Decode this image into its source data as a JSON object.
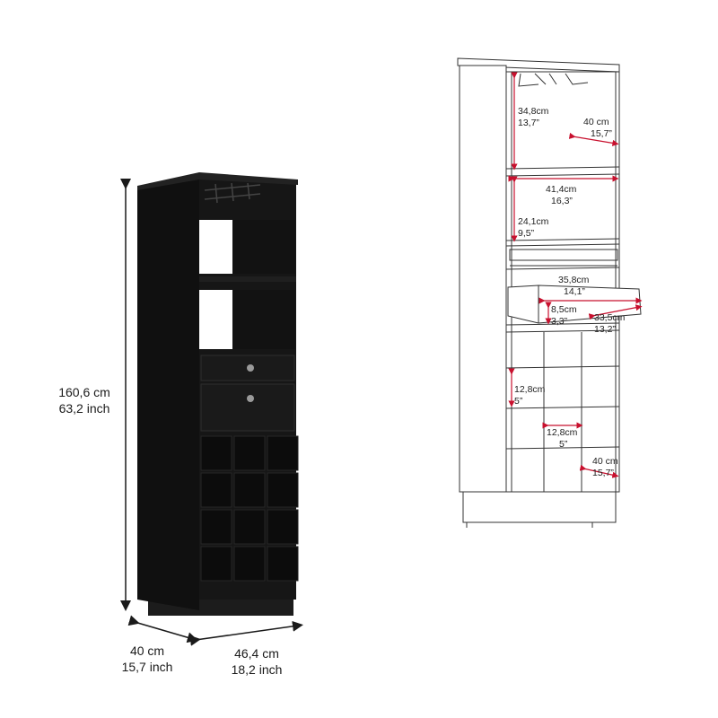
{
  "colors": {
    "cabinet_body": "#141414",
    "cabinet_edge": "#2a2a2a",
    "opening_inside": "#ffffff",
    "line_drawing": "#333333",
    "dimension_red": "#c8102e",
    "dimension_black": "#1a1a1a"
  },
  "product_view": {
    "height_cm": "160,6 cm",
    "height_in": "63,2 inch",
    "depth_cm": "40 cm",
    "depth_in": "15,7 inch",
    "width_cm": "46,4 cm",
    "width_in": "18,2 inch",
    "icons": [
      "glass-rack-icon",
      "drawer-knob-icon"
    ]
  },
  "diagram_view": {
    "upper_shelf_height_cm": "34,8cm",
    "upper_shelf_height_in": "13,7”",
    "upper_depth_cm": "40 cm",
    "upper_depth_in": "15,7”",
    "inner_width_cm": "41,4cm",
    "inner_width_in": "16,3”",
    "mid_shelf_height_cm": "24,1cm",
    "mid_shelf_height_in": "9,5”",
    "drawer_width_cm": "35,8cm",
    "drawer_width_in": "14,1”",
    "drawer_height_cm": "8,5cm",
    "drawer_height_in": "3,3”",
    "drawer_depth_cm": "33,5cm",
    "drawer_depth_in": "13,2”",
    "cubby_height_cm": "12,8cm",
    "cubby_height_in": "5”",
    "cubby_width_cm": "12,8cm",
    "cubby_width_in": "5”",
    "cubby_depth_cm": "40 cm",
    "cubby_depth_in": "15,7”"
  }
}
